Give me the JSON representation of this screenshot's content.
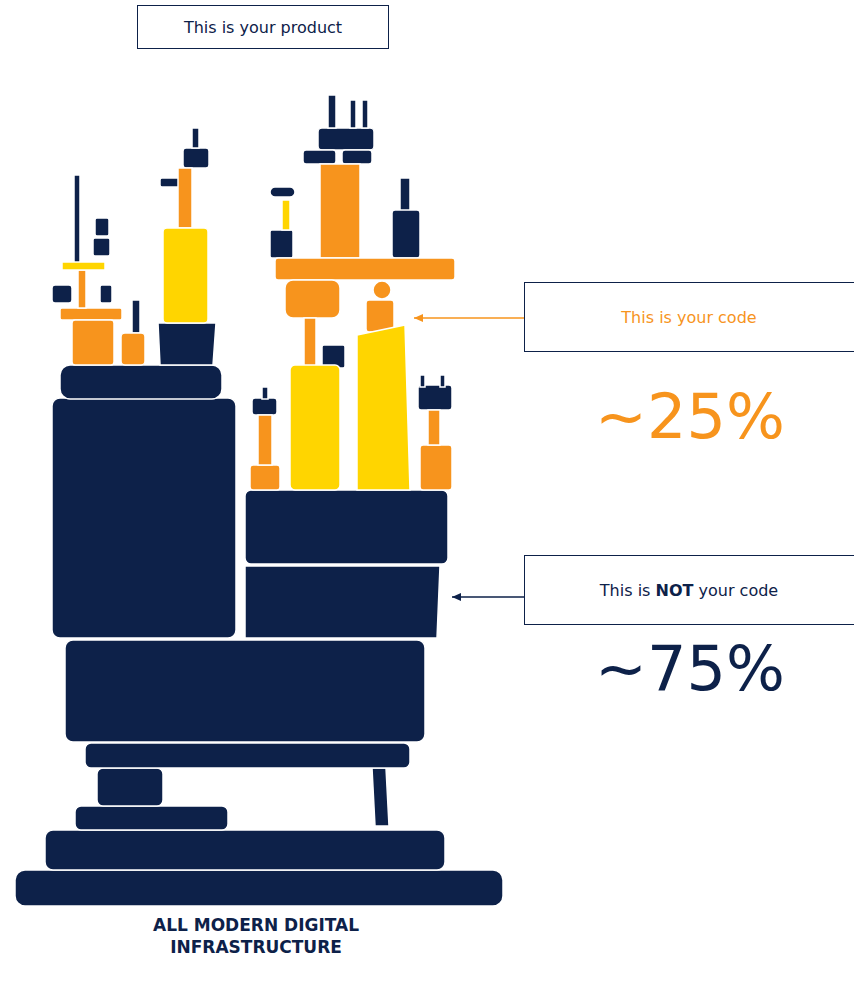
{
  "diagram": {
    "caption": "ALL MODERN DIGITAL INFRASTRUCTURE",
    "nodes": [
      {
        "text": [
          "This is your product"
        ]
      },
      {
        "text": [
          "This is your code"
        ]
      },
      {
        "text": [
          "This is NOT your code"
        ]
      }
    ],
    "labels": [
      "~25%",
      "~75%"
    ]
  }
}
